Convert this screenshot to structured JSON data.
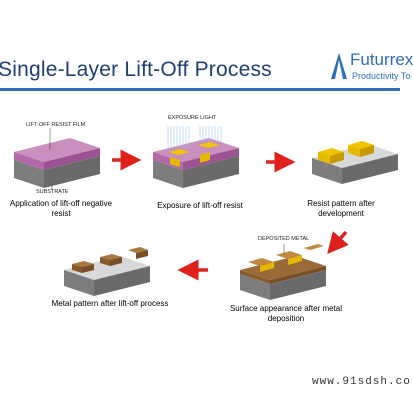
{
  "header": {
    "title": "Single-Layer Lift-Off Process",
    "logo_name": "Futurrex",
    "logo_tagline": "Productivity To",
    "logo_icon": "triangle-mark-icon",
    "accent_color": "#1f3f73",
    "rule_color": "#2e6fb8"
  },
  "steps": [
    {
      "caption": "Application of lift-off negative resist"
    },
    {
      "caption": "Exposure of lift-off resist"
    },
    {
      "caption": "Resist pattern after development"
    },
    {
      "caption": "Surface appearance after metal deposition"
    },
    {
      "caption": "Metal pattern after lift-off process"
    }
  ],
  "labels": {
    "resist_film": "LIFT-OFF RESIST FILM",
    "substrate": "SUBSTRATE",
    "exposure_light": "EXPOSURE LIGHT",
    "deposited_metal": "DEPOSITED METAL"
  },
  "colors": {
    "substrate": "#8a8a8a",
    "resist": "#b46aa8",
    "exposed_resist": "#e6b800",
    "metal": "#8a5a2b",
    "arrow": "#e0201a"
  },
  "watermark": "www.91sdsh.co"
}
